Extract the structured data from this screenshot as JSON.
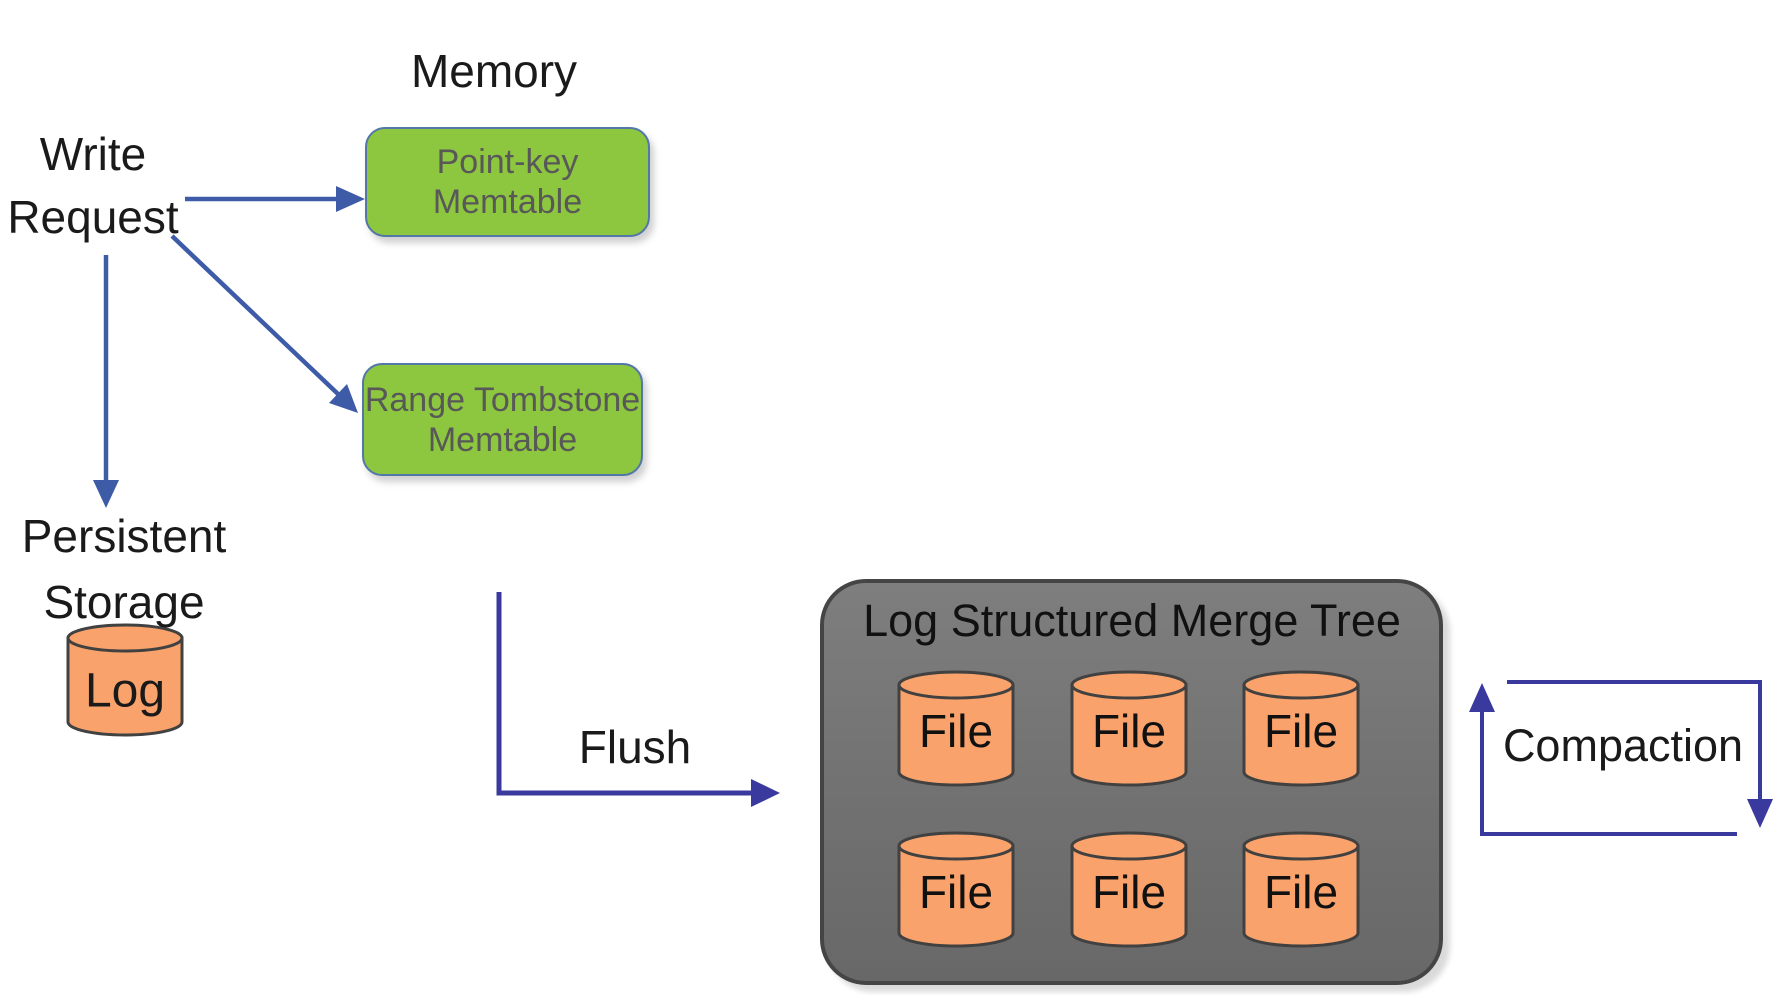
{
  "memory_section": {
    "title": "Memory"
  },
  "write_request": {
    "line1": "Write",
    "line2": "Request"
  },
  "memtables": {
    "point_key": {
      "line1": "Point-key",
      "line2": "Memtable"
    },
    "range_tombstone": {
      "line1": "Range Tombstone",
      "line2": "Memtable"
    }
  },
  "persistent_storage": {
    "line1": "Persistent",
    "line2": "Storage",
    "log_label": "Log"
  },
  "flush": {
    "label": "Flush"
  },
  "lsm_tree": {
    "title": "Log Structured Merge Tree",
    "files": [
      {
        "label": "File"
      },
      {
        "label": "File"
      },
      {
        "label": "File"
      },
      {
        "label": "File"
      },
      {
        "label": "File"
      },
      {
        "label": "File"
      }
    ]
  },
  "compaction": {
    "label": "Compaction"
  },
  "colors": {
    "background": "#ffffff",
    "write_arrow_blue": "#3E5BA8",
    "flow_arrow_indigo": "#3A3A9E",
    "memtable_green": "#8DC63F",
    "memtable_border_blue": "#5377A8",
    "memtable_text_gray": "#585858",
    "cylinder_orange": "#F9A26B",
    "cylinder_outline": "#414141",
    "lsm_box_gray": "#717171",
    "lsm_box_border": "#454545",
    "label_text": "#1a1a1a"
  }
}
